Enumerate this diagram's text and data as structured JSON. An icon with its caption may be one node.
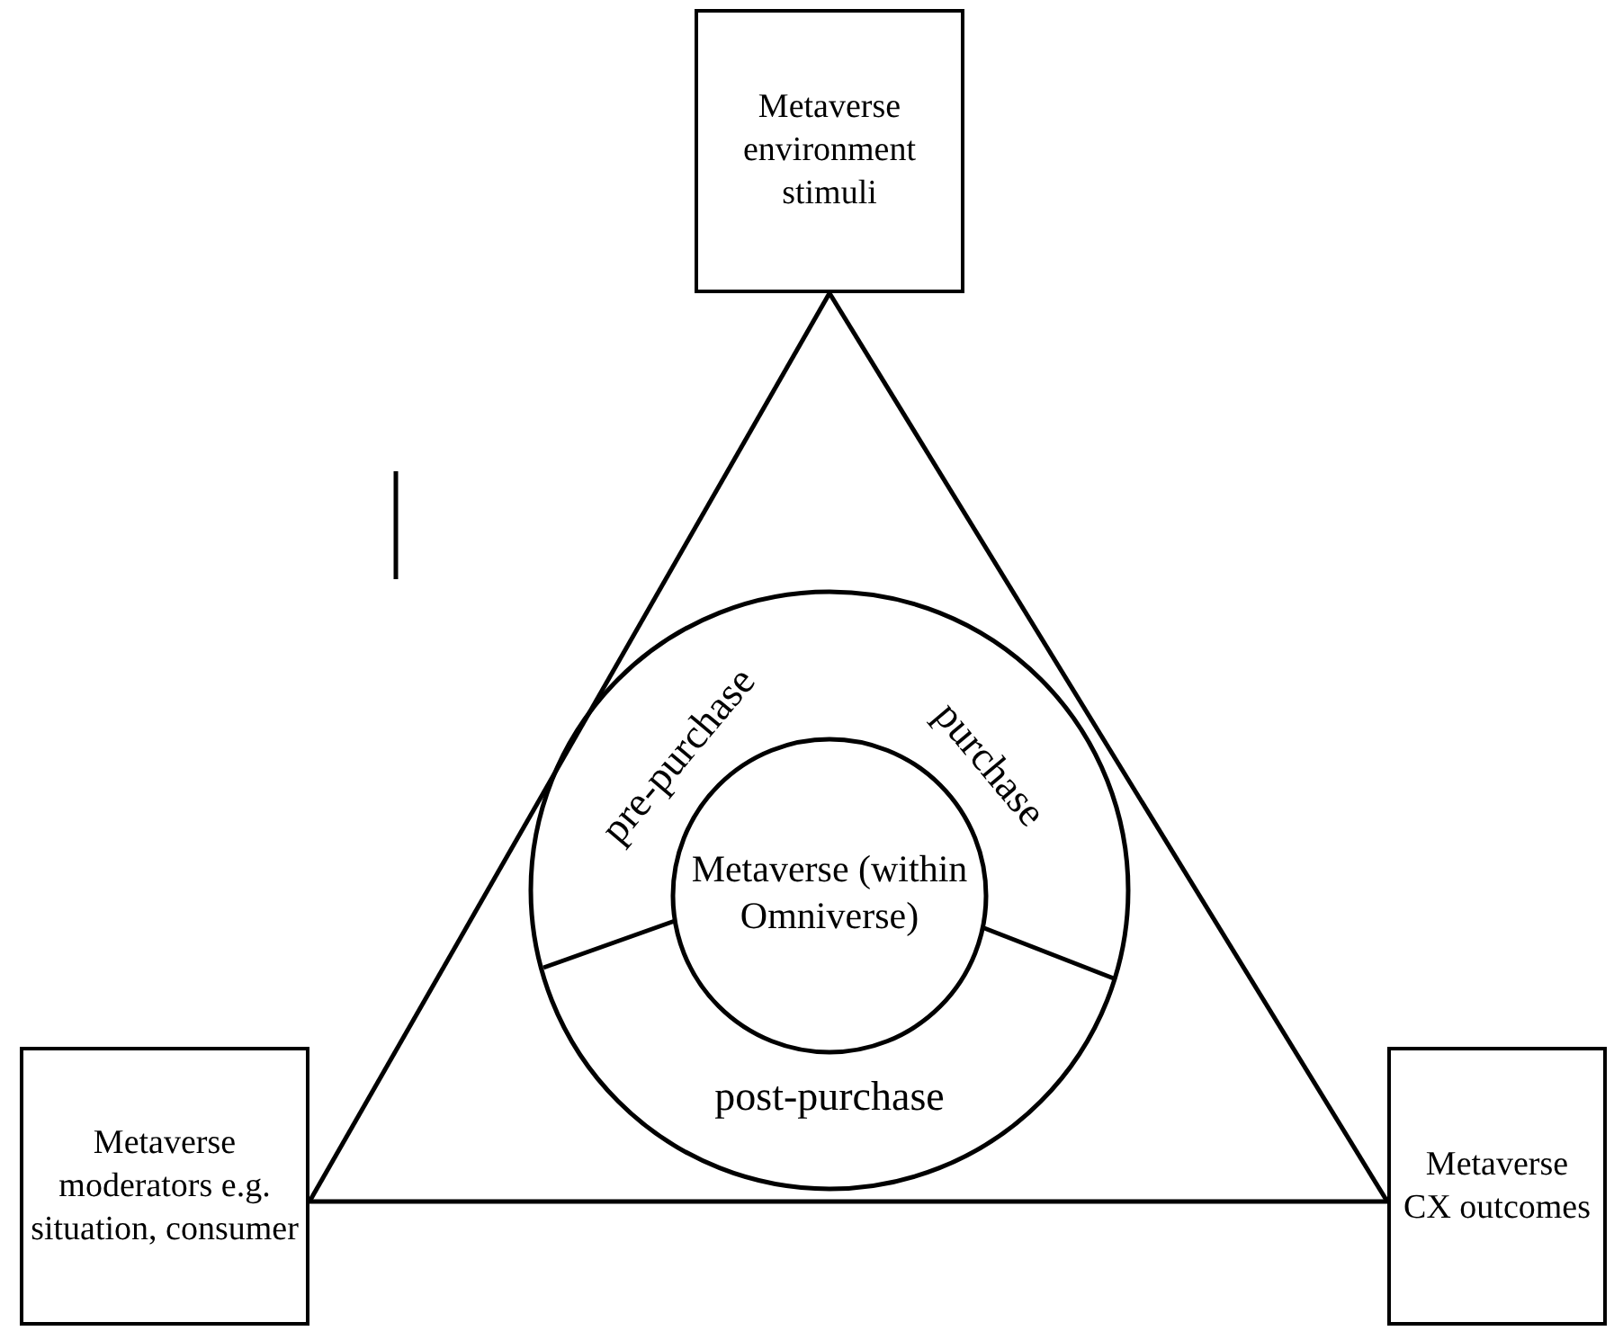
{
  "diagram": {
    "nodes": [
      {
        "text": [
          "Metaverse environment stimuli"
        ]
      },
      {
        "text": [
          "pre-purchase"
        ]
      },
      {
        "text": [
          "purchase"
        ]
      },
      {
        "text": [
          "Metaverse (within Omniverse)"
        ]
      },
      {
        "text": [
          "post-purchase"
        ]
      },
      {
        "text": [
          "Metaverse moderators e.g. situation, consumer"
        ]
      },
      {
        "text": [
          "Metaverse CX outcomes"
        ]
      }
    ],
    "edges": [
      {
        "from": 0,
        "to": 5,
        "arrow": "none"
      },
      {
        "from": 0,
        "to": 6,
        "arrow": "none"
      },
      {
        "from": 5,
        "to": 6,
        "arrow": "none"
      }
    ]
  }
}
